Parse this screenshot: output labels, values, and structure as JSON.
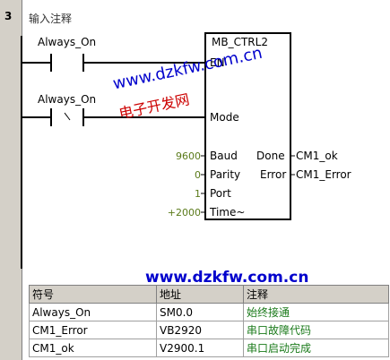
{
  "network": {
    "number": "3",
    "comment": "输入注释"
  },
  "contacts": [
    {
      "label": "Always_On"
    },
    {
      "label": "Always_On"
    }
  ],
  "block": {
    "title": "MB_CTRL2",
    "inputs": [
      "EN",
      "Mode",
      "Baud",
      "Parity",
      "Port",
      "Time~"
    ],
    "outputs": [
      "Done",
      "Error"
    ],
    "input_values": {
      "baud": "9600",
      "parity": "0",
      "port": "1",
      "time": "+2000"
    },
    "output_vars": {
      "done": "CM1_ok",
      "error": "CM1_Error"
    }
  },
  "watermark": {
    "line1": "www.dzkfw.com.cn",
    "line2": "电子开发网",
    "line3": "www.dzkfw.com.cn"
  },
  "symbol_table": {
    "headers": [
      "符号",
      "地址",
      "注释"
    ],
    "rows": [
      [
        "Always_On",
        "SM0.0",
        "始终接通"
      ],
      [
        "CM1_Error",
        "VB2920",
        "串口故障代码"
      ],
      [
        "CM1_ok",
        "V2900.1",
        "串口启动完成"
      ]
    ]
  },
  "colors": {
    "wire": "#000000",
    "value": "#5a7a1a",
    "note": "#1a7a1a"
  }
}
